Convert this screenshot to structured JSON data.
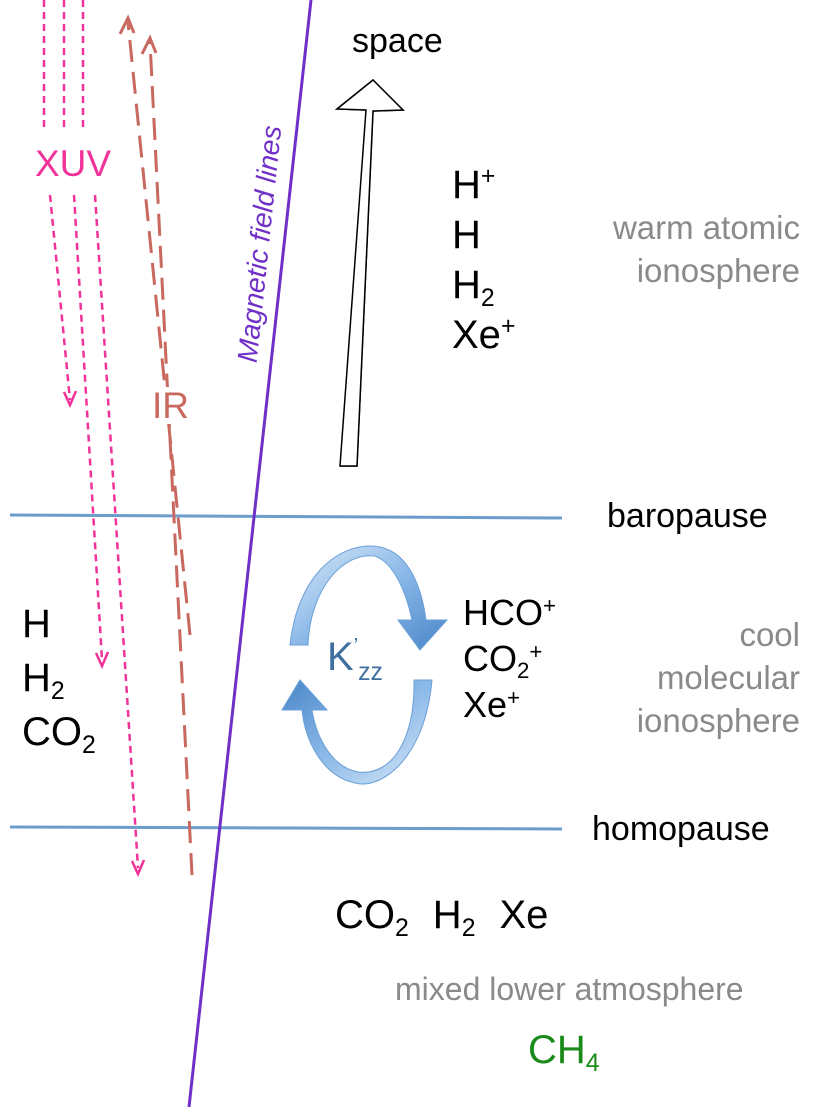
{
  "labels": {
    "space": "space",
    "xuv": "XUV",
    "ir": "IR",
    "magnetic_field_lines": "Magnetic field lines",
    "baropause": "baropause",
    "homopause": "homopause",
    "warm_atomic_ionosphere": [
      "warm atomic",
      "ionosphere"
    ],
    "cool_molecular_ionosphere": [
      "cool",
      "molecular",
      "ionosphere"
    ],
    "mixed_lower_atmosphere": "mixed lower atmosphere",
    "kzz": {
      "base": "K",
      "prime": "’",
      "sub": "zz"
    }
  },
  "species": {
    "upper": [
      {
        "base": "H",
        "sup": "+"
      },
      {
        "base": "H"
      },
      {
        "base": "H",
        "sub": "2"
      },
      {
        "base": "Xe",
        "sup": "+"
      }
    ],
    "middle_left": [
      {
        "base": "H"
      },
      {
        "base": "H",
        "sub": "2"
      },
      {
        "base": "CO",
        "sub": "2"
      }
    ],
    "middle_right": [
      {
        "base": "HCO",
        "sup": "+"
      },
      {
        "base": "CO",
        "sub": "2",
        "sup": "+"
      },
      {
        "base": "Xe",
        "sup": "+"
      }
    ],
    "lower": [
      {
        "base": "CO",
        "sub": "2"
      },
      {
        "base": "H",
        "sub": "2"
      },
      {
        "base": "Xe"
      }
    ],
    "methane": {
      "base": "CH",
      "sub": "4"
    }
  },
  "colors": {
    "xuv": "#f0339a",
    "ir": "#c8685e",
    "field_line": "#7030c8",
    "boundary": "#6a9ccc",
    "grey_text": "#8a8a8a",
    "kzz_text": "#3f6f9f",
    "methane": "#1a8a1a",
    "circulation_arrow": "#5b9bd5"
  }
}
